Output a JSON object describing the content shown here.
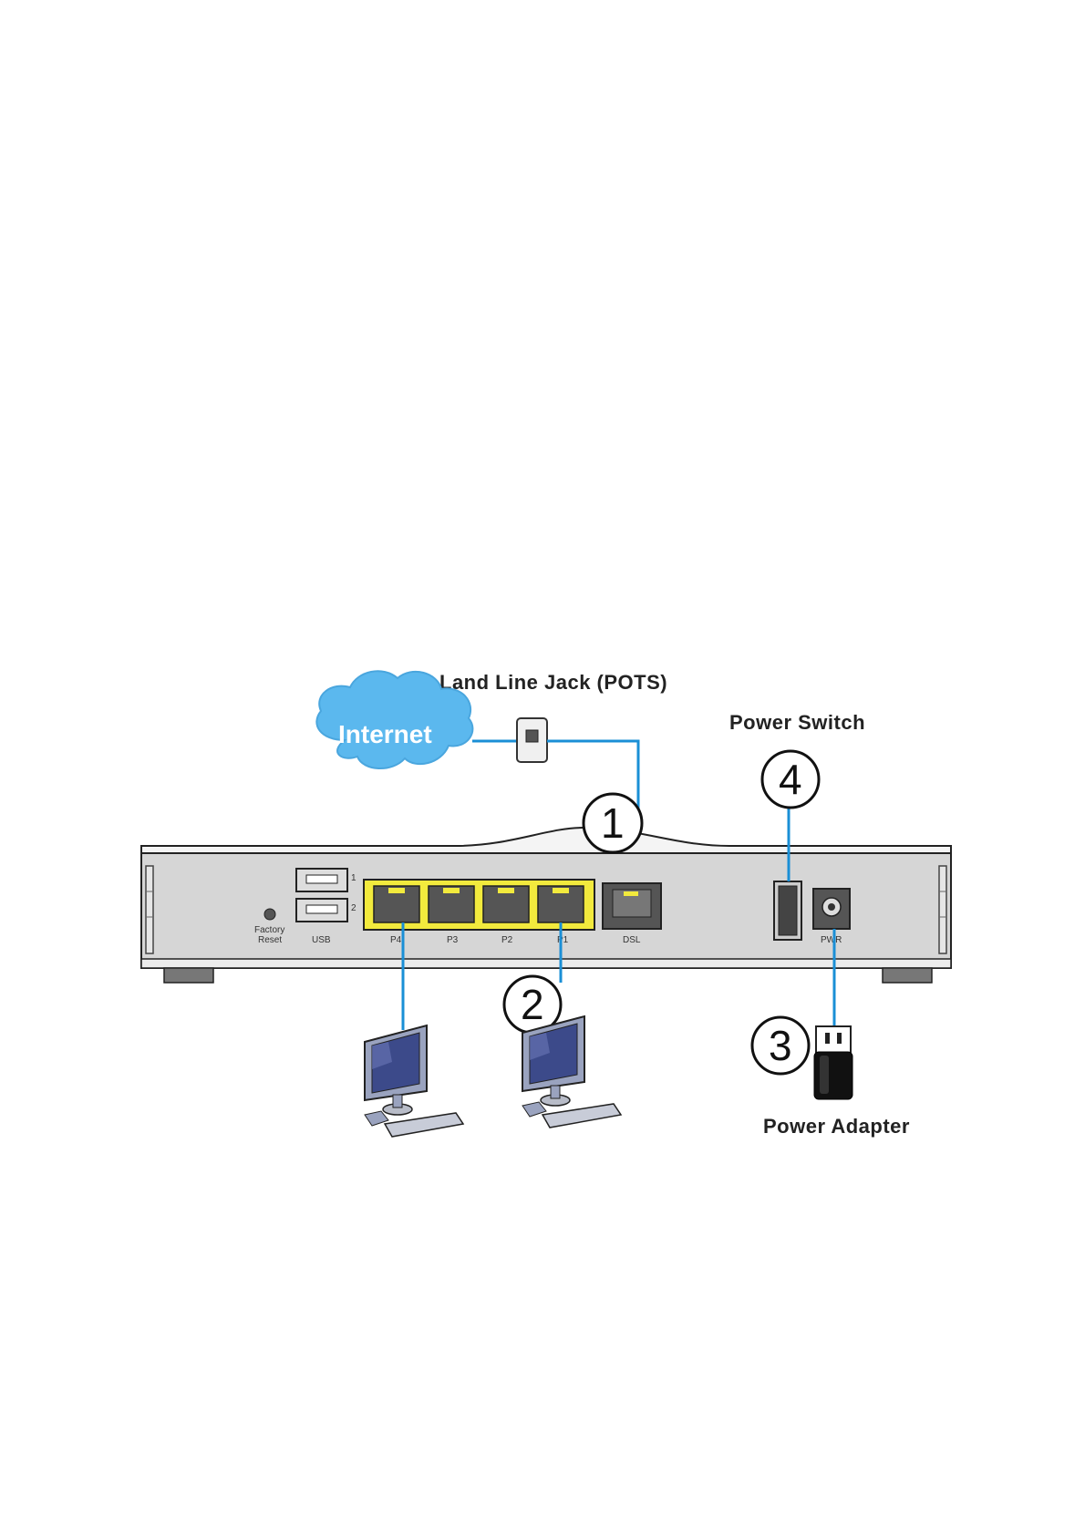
{
  "labels": {
    "land_line_jack": "Land Line Jack (POTS)",
    "internet": "Internet",
    "power_switch": "Power Switch",
    "power_adapter": "Power Adapter"
  },
  "ports": {
    "factory_reset": [
      "Factory",
      "Reset"
    ],
    "usb": "USB",
    "usb_1": "1",
    "usb_2": "2",
    "p4": "P4",
    "p3": "P3",
    "p2": "P2",
    "p1": "P1",
    "dsl": "DSL",
    "pwr": "PWR"
  },
  "callouts": {
    "step_1": "1",
    "step_2": "2",
    "step_3": "3",
    "step_4": "4"
  },
  "colors": {
    "cable": "#1a8fd6",
    "cloud": "#5bb8ee",
    "lan_block": "#f2ea3d",
    "router_body": "#d6d6d6"
  }
}
